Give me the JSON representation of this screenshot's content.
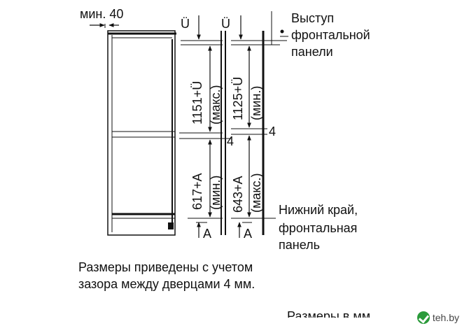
{
  "labels": {
    "min_side": "мин. 40",
    "u_left": "Ü",
    "u_right": "Ü",
    "offset_top": "4",
    "offset_mid": "4",
    "upper_left_main": "1151+Ü",
    "upper_left_sub": "(макс.)",
    "upper_right_main": "1125+Ü",
    "upper_right_sub": "(мин.)",
    "lower_left_main": "617+A",
    "lower_left_sub": "(мин.)",
    "lower_right_main": "643+A",
    "lower_right_sub": "(макс.)",
    "a_left": "A",
    "a_right": "A",
    "callout_top_1": "Выступ",
    "callout_top_2": "фронтальной",
    "callout_top_3": "панели",
    "callout_bottom_1": "Нижний край,",
    "callout_bottom_2": "фронтальная",
    "callout_bottom_3": "панель"
  },
  "note": {
    "line1": "Размеры приведены с учетом",
    "line2": "зазора между дверцами 4 мм.",
    "line3_cut": "Размеры в мм"
  },
  "watermark": {
    "text": "teh.by",
    "icon": "check-logo-icon",
    "color": "#2a9a3a"
  }
}
